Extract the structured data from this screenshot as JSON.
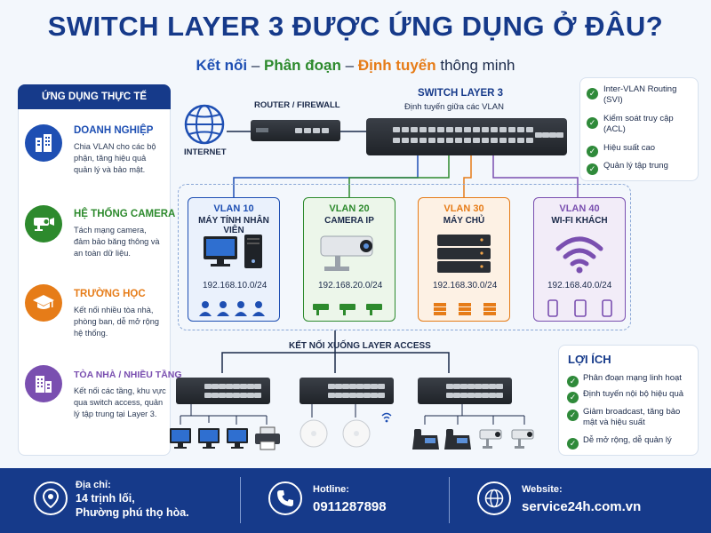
{
  "title": "SWITCH LAYER 3 ĐƯỢC ỨNG DỤNG Ở ĐÂU?",
  "subtitle": {
    "part1": "Kết nối",
    "sep1": " – ",
    "part2": "Phân đoạn",
    "sep2": " – ",
    "part3": "Định tuyến",
    "part4": " thông minh"
  },
  "use_cases": {
    "heading": "ỨNG DỤNG THỰC TẾ",
    "items": [
      {
        "title": "DOANH NGHIỆP",
        "desc": "Chia VLAN cho các bộ phận, tăng hiệu quả quản lý và bảo mật.",
        "color": "#1e4fb3",
        "icon": "building-icon"
      },
      {
        "title": "HỆ THỐNG CAMERA",
        "desc": "Tách mạng camera, đảm bảo băng thông và an toàn dữ liệu.",
        "color": "#2d8a2d",
        "icon": "camera-icon"
      },
      {
        "title": "TRƯỜNG HỌC",
        "desc": "Kết nối nhiều tòa nhà, phòng ban, dễ mở rộng hệ thống.",
        "color": "#e67c18",
        "icon": "graduation-cap-icon"
      },
      {
        "title": "TÒA NHÀ / NHIỀU TẦNG",
        "desc": "Kết nối các tầng, khu vực qua switch access, quản lý tập trung tại Layer 3.",
        "color": "#7a4fb0",
        "icon": "office-building-icon"
      }
    ]
  },
  "topology": {
    "internet_label": "INTERNET",
    "router_label": "ROUTER / FIREWALL",
    "switch_title": "SWITCH LAYER 3",
    "switch_sub": "Định tuyến giữa các VLAN"
  },
  "features": [
    "Inter-VLAN Routing (SVI)",
    "Kiểm soát truy cập (ACL)",
    "Hiệu suất cao",
    "Quản lý tập trung"
  ],
  "vlans": [
    {
      "id": "VLAN 10",
      "name": "MÁY TÍNH NHÂN VIÊN",
      "ip": "192.168.10.0/24",
      "color": "#1e4fb3",
      "bg": "#eaf1fc"
    },
    {
      "id": "VLAN 20",
      "name": "CAMERA IP",
      "ip": "192.168.20.0/24",
      "color": "#2d8a2d",
      "bg": "#ecf6ea"
    },
    {
      "id": "VLAN 30",
      "name": "MÁY CHỦ",
      "ip": "192.168.30.0/24",
      "color": "#e67c18",
      "bg": "#fdf1e4"
    },
    {
      "id": "VLAN 40",
      "name": "WI-FI KHÁCH",
      "ip": "192.168.40.0/24",
      "color": "#7a4fb0",
      "bg": "#f2ecf8"
    }
  ],
  "access_label": "KẾT NỐI XUỐNG LAYER ACCESS",
  "benefits": {
    "title": "LỢI ÍCH",
    "items": [
      "Phân đoạn mạng linh hoạt",
      "Định tuyến nội bộ hiệu quả",
      "Giảm broadcast, tăng bảo mật và hiệu suất",
      "Dễ mở rộng, dễ quản lý"
    ]
  },
  "footer": {
    "address_label": "Địa chỉ:",
    "address_line1": "14 trịnh lối,",
    "address_line2": "Phường phú thọ hòa.",
    "hotline_label": "Hotline:",
    "hotline_value": "0911287898",
    "website_label": "Website:",
    "website_value": "service24h.com.vn"
  }
}
